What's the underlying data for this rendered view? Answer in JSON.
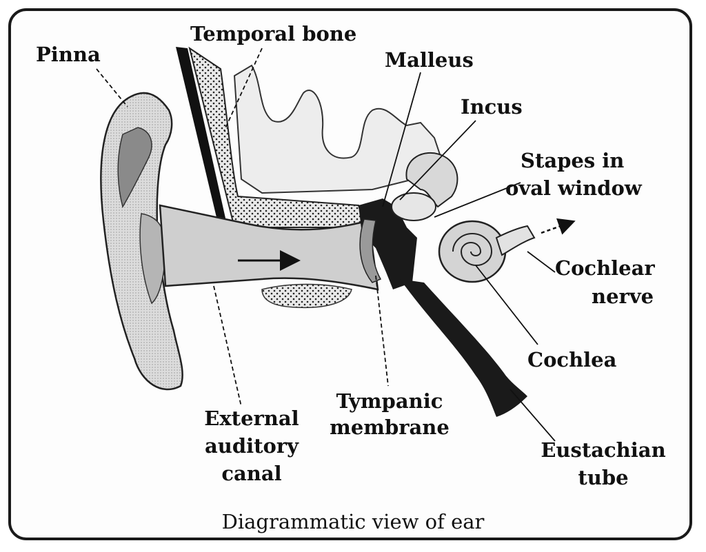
{
  "labels": {
    "pinna": "Pinna",
    "temporal_bone": "Temporal bone",
    "malleus": "Malleus",
    "incus": "Incus",
    "stapes_line1": "Stapes in",
    "stapes_line2": "oval window",
    "cochlear_nerve_line1": "Cochlear",
    "cochlear_nerve_line2": "nerve",
    "cochlea": "Cochlea",
    "external_line1": "External",
    "external_line2": "auditory",
    "external_line3": "canal",
    "tympanic_line1": "Tympanic",
    "tympanic_line2": "membrane",
    "eustachian_line1": "Eustachian",
    "eustachian_line2": "tube"
  },
  "caption": "Diagrammatic view of ear",
  "colors": {
    "ink": "#111111",
    "light_tissue": "#e4e4e4",
    "mid_tissue": "#bdbdbd",
    "dark_tissue": "#7a7a7a",
    "background": "#fdfdfd"
  }
}
